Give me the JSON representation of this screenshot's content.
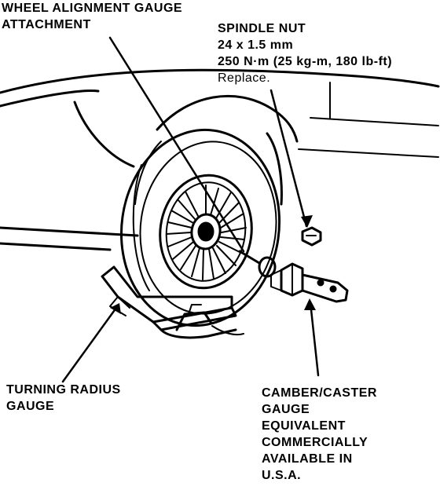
{
  "labels": {
    "wheel_alignment": [
      "WHEEL ALIGNMENT GAUGE",
      "ATTACHMENT"
    ],
    "spindle_nut": [
      "SPINDLE NUT",
      "24 x 1.5 mm",
      "250 N·m (25 kg-m, 180 lb-ft)",
      "Replace."
    ],
    "turning_radius": [
      "TURNING RADIUS",
      "GAUGE"
    ],
    "camber_caster": [
      "CAMBER/CASTER",
      "GAUGE",
      "EQUIVALENT",
      "COMMERCIALLY",
      "AVAILABLE IN",
      "U.S.A."
    ]
  }
}
